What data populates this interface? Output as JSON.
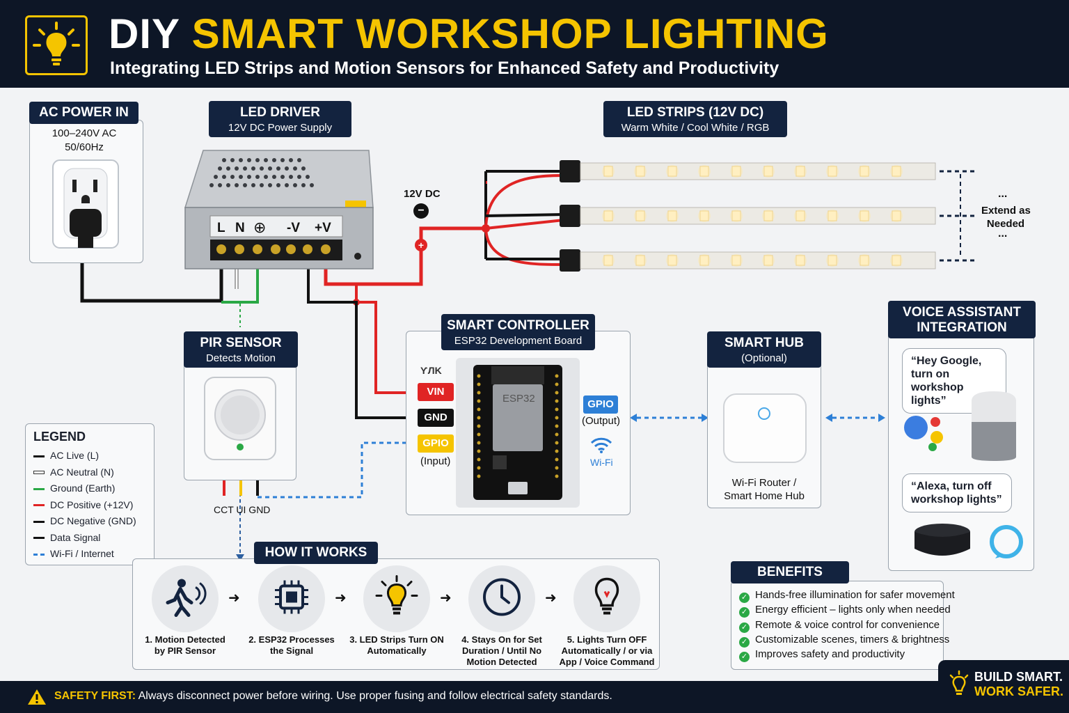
{
  "header": {
    "title_white": "DIY",
    "title_yellow": "SMART WORKSHOP LIGHTING",
    "subtitle": "Integrating LED Strips and Motion Sensors for Enhanced Safety and Productivity"
  },
  "ac_power": {
    "label": "AC POWER IN",
    "spec_line1": "100–240V AC",
    "spec_line2": "50/60Hz"
  },
  "led_driver": {
    "label": "LED DRIVER",
    "sublabel": "12V DC Power Supply",
    "terminals": {
      "l": "L",
      "n": "N",
      "neg": "-V",
      "pos": "+V"
    },
    "output_label": "12V DC",
    "minus_sym": "−",
    "plus_sym": "+"
  },
  "led_strips": {
    "label": "LED STRIPS (12V DC)",
    "sublabel": "Warm White / Cool White / RGB",
    "count": 3,
    "extend_line1": "Extend as",
    "extend_line2": "Needed",
    "ellipsis": "..."
  },
  "pir": {
    "label": "PIR SENSOR",
    "sublabel": "Detects Motion",
    "pins": "CCT  UI  GND"
  },
  "controller": {
    "label": "SMART CONTROLLER",
    "sublabel": "ESP32 Development Board",
    "pin_5v": "ƳЛK",
    "pin_vin": "VIN",
    "pin_gnd": "GND",
    "pin_gpio_in": "GPIO",
    "input_label": "(Input)",
    "pin_gpio_out": "GPIO",
    "output_label": "(Output)",
    "wifi_label": "Wi-Fi",
    "chip_text": "ESP32"
  },
  "hub": {
    "label": "SMART HUB",
    "sublabel": "(Optional)",
    "desc_line1": "Wi-Fi Router /",
    "desc_line2": "Smart Home Hub"
  },
  "voice": {
    "label_line1": "VOICE ASSISTANT",
    "label_line2": "INTEGRATION",
    "google_quote_1": "“Hey Google,",
    "google_quote_2": "turn on workshop",
    "google_quote_3": "lights”",
    "alexa_quote_1": "“Alexa, turn off",
    "alexa_quote_2": "workshop lights”"
  },
  "legend": {
    "title": "LEGEND",
    "items": [
      {
        "label": "AC Live (L)",
        "color": "#111111",
        "style": "solid"
      },
      {
        "label": "AC Neutral (N)",
        "color": "#ffffff",
        "style": "hollow"
      },
      {
        "label": "Ground (Earth)",
        "color": "#2aa845",
        "style": "solid"
      },
      {
        "label": "DC Positive (+12V)",
        "color": "#e02424",
        "style": "solid"
      },
      {
        "label": "DC Negative (GND)",
        "color": "#111111",
        "style": "solid"
      },
      {
        "label": "Data Signal",
        "color": "#111111",
        "style": "solid"
      },
      {
        "label": "Wi-Fi / Internet",
        "color": "#2d7fd6",
        "style": "dashed"
      }
    ]
  },
  "how": {
    "label": "HOW IT WORKS",
    "steps": [
      {
        "line1": "1. Motion Detected",
        "line2": "by PIR Sensor",
        "line3": "",
        "icon": "running-person-icon"
      },
      {
        "line1": "2. ESP32 Processes",
        "line2": "the Signal",
        "line3": "",
        "icon": "chip-icon"
      },
      {
        "line1": "3. LED Strips Turn ON",
        "line2": "Automatically",
        "line3": "",
        "icon": "lit-bulb-icon"
      },
      {
        "line1": "4. Stays On for Set",
        "line2": "Duration / Until No",
        "line3": "Motion Detected",
        "icon": "clock-icon"
      },
      {
        "line1": "5. Lights Turn OFF",
        "line2": "Automatically / or via",
        "line3": "App / Voice Command",
        "icon": "bulb-off-icon"
      }
    ]
  },
  "benefits": {
    "label": "BENEFITS",
    "items": [
      "Hands-free illumination for safer movement",
      "Energy efficient – lights only when needed",
      "Remote & voice control for convenience",
      "Customizable scenes, timers & brightness",
      "Improves safety and productivity"
    ]
  },
  "footer": {
    "safety_bold": "SAFETY FIRST:",
    "safety_text": "Always disconnect power before wiring. Use proper fusing and follow electrical safety standards.",
    "build_line1": "BUILD SMART.",
    "build_line2": "WORK SAFER."
  },
  "colors": {
    "navy": "#13233f",
    "yellow": "#f5c400",
    "red": "#e02424",
    "green": "#2aa845",
    "blue": "#2d7fd6"
  }
}
